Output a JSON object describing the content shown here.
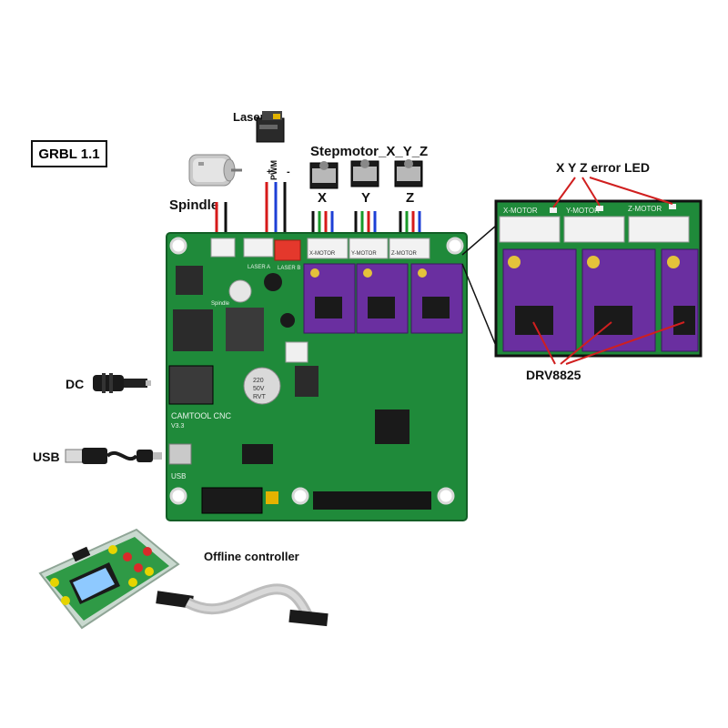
{
  "title": "GRBL 1.1",
  "labels": {
    "laser": "Laser",
    "pwm": "PWM",
    "plus": "+",
    "minus": "-",
    "stepmotor": "Stepmotor_X_Y_Z",
    "x": "X",
    "y": "Y",
    "z": "Z",
    "spindle": "Spindle",
    "dc": "DC",
    "usb": "USB",
    "offline": "Offline controller",
    "error_led": "X Y Z error LED",
    "driver": "DRV8825"
  },
  "board": {
    "name": "CAMTOOL CNC",
    "version": "V3.3",
    "usb_silk": "USB",
    "laser_a": "LASER A",
    "laser_b": "LASER B",
    "x_motor": "X-MOTOR",
    "y_motor": "Y-MOTOR",
    "z_motor": "Z-MOTOR",
    "cap_value": "220",
    "cap_voltage": "50V",
    "cap_brand": "RVT",
    "spindle_silk": "Spindle"
  },
  "inset": {
    "x_motor": "X-MOTOR",
    "y_motor": "Y-MOTOR",
    "z_motor": "Z-MOTOR"
  },
  "colors": {
    "pcb": "#1f8a3a",
    "pcb_dark": "#176d2d",
    "driver": "#6a2fa0",
    "wire_red": "#d61a1a",
    "wire_black": "#111111",
    "wire_blue": "#1d3fd6",
    "wire_green": "#1a9a2a",
    "annotation": "#d01f1f"
  }
}
